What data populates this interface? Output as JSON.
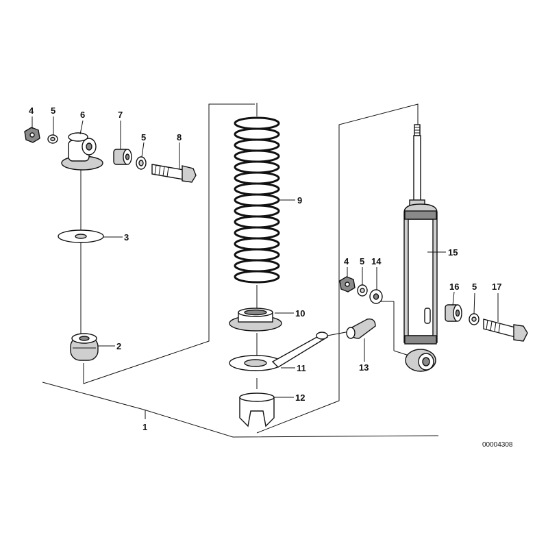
{
  "diagram": {
    "callouts": {
      "p1": "1",
      "p2": "2",
      "p3": "3",
      "p4a": "4",
      "p5a": "5",
      "p6": "6",
      "p7": "7",
      "p5b": "5",
      "p8": "8",
      "p9": "9",
      "p10": "10",
      "p11": "11",
      "p12": "12",
      "p13": "13",
      "p4b": "4",
      "p5c": "5",
      "p14": "14",
      "p15": "15",
      "p16": "16",
      "p5d": "5",
      "p17": "17"
    },
    "document_number": "00004308"
  }
}
